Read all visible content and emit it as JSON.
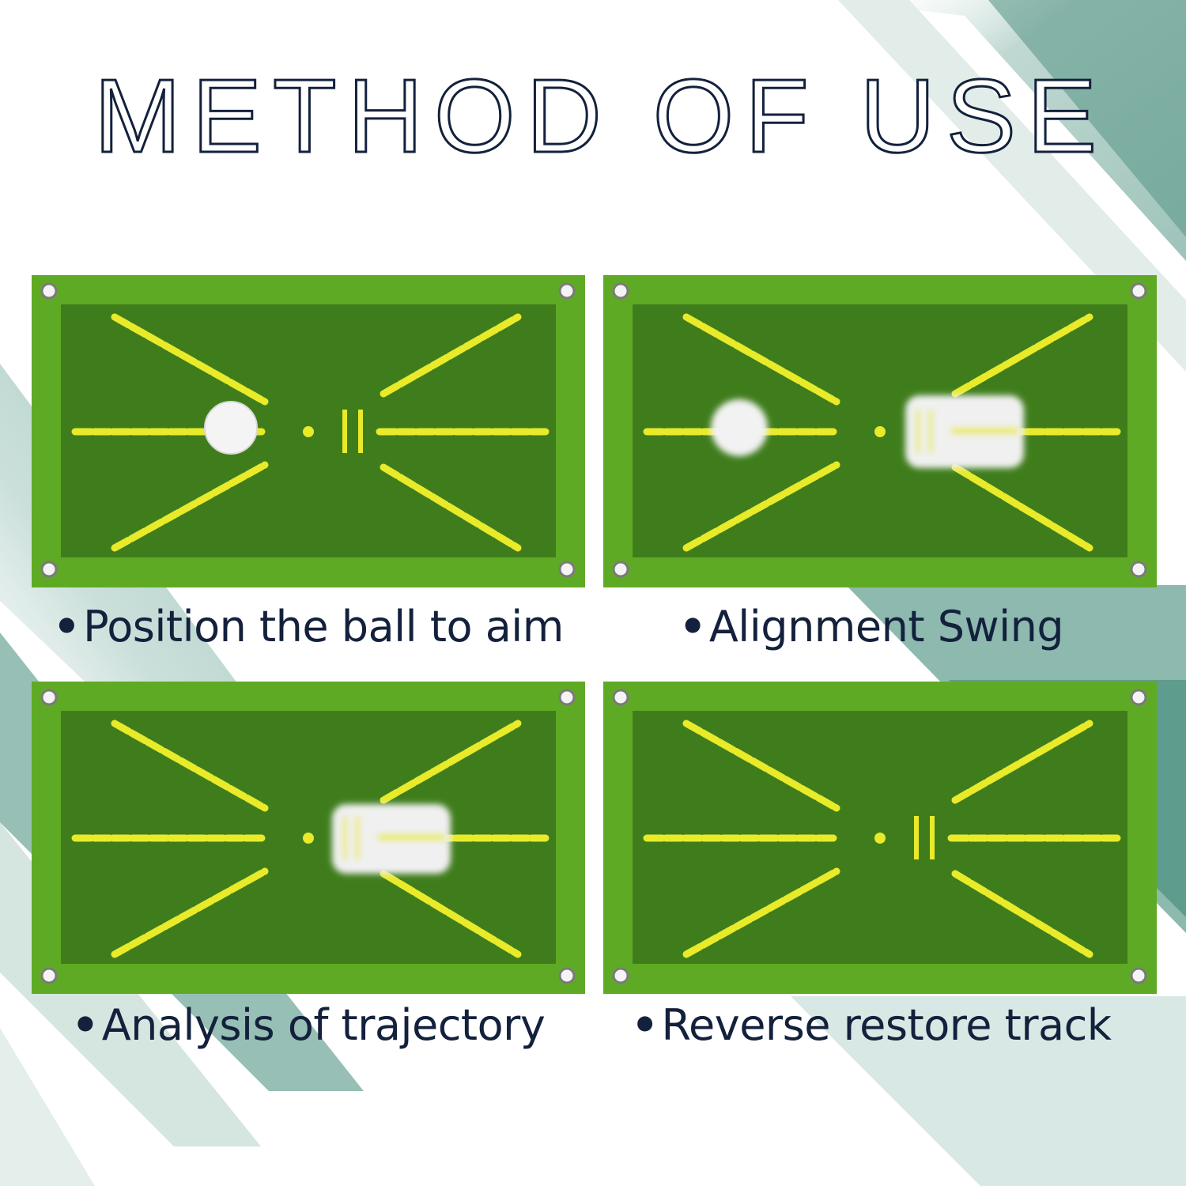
{
  "title": "METHOD OF USE",
  "colors": {
    "stripe": "#2f7f6b",
    "mat_border": "#5faa24",
    "mat_field": "#3f7d1c",
    "guide_line": "#e8ea2a",
    "caption_text": "#13213c",
    "title_outline": "#13213c"
  },
  "steps": [
    {
      "caption": "Position the ball to aim",
      "ball": "resting",
      "club": "none"
    },
    {
      "caption": "Alignment Swing",
      "ball": "motion-blur",
      "club": "after-contact"
    },
    {
      "caption": "Analysis of trajectory",
      "ball": "none",
      "club": "through-impact"
    },
    {
      "caption": "Reverse restore track",
      "ball": "none",
      "club": "none"
    }
  ],
  "bullet": "•"
}
